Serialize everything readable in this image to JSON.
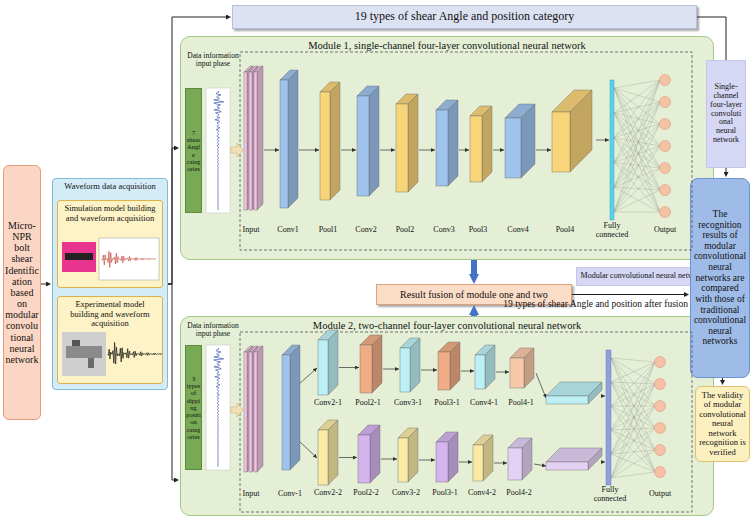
{
  "diagram": {
    "nodes": [
      {
        "text": [
          "Micro-NPR bolt shear Identification based on modular convolutional neural network"
        ]
      },
      {
        "text": [
          "Waveform data acquisition"
        ]
      },
      {
        "text": [
          "Simulation model building and waveform acquisition"
        ],
        "in": 1
      },
      {
        "text": [
          "Experimental model building and waveform acquisition"
        ],
        "in": 1
      },
      {
        "text": [
          "19 types of shear Angle and position category"
        ]
      },
      {
        "text": [
          "Module 1, single-channel four-layer convolutional neural network"
        ]
      },
      {
        "text": [
          "7 shear Angle categories"
        ],
        "in": 5
      },
      {
        "text": [
          "Module 2, two-channel four-layer convolutional neural network"
        ]
      },
      {
        "text": [
          "3 types of dipping position categories"
        ],
        "in": 7
      },
      {
        "text": [
          "Result fusion of module one and two"
        ]
      },
      {
        "text": [
          "Modular convolutional neural networks"
        ]
      },
      {
        "text": [
          "Single-channel four-layer convolutional neural network"
        ]
      },
      {
        "text": [
          "The recognition results of modular convolutional neural networks are compared with those of traditional convolutional neural networks"
        ]
      },
      {
        "text": [
          "The validity of modular convolutional neural network recognition is verified"
        ]
      }
    ],
    "edges": [
      {
        "from": 0,
        "to": 1,
        "arrow": "to"
      },
      {
        "from": 1,
        "to": 4,
        "arrow": "to"
      },
      {
        "from": 1,
        "to": 5,
        "arrow": "to"
      },
      {
        "from": 1,
        "to": 7,
        "arrow": "to"
      },
      {
        "from": 4,
        "to": 11,
        "arrow": "none"
      },
      {
        "from": 11,
        "to": 12,
        "arrow": "to"
      },
      {
        "from": 5,
        "to": 9,
        "arrow": "to"
      },
      {
        "from": 7,
        "to": 9,
        "arrow": "to"
      },
      {
        "from": 9,
        "to": 12,
        "label": "19 types of shear Angle and position after fusion",
        "arrow": "to"
      },
      {
        "from": 12,
        "to": 13,
        "arrow": "to"
      }
    ],
    "labels": [
      "Data information input phase",
      "Input",
      "Conv1",
      "Pool1",
      "Conv2",
      "Pool2",
      "Conv3",
      "Pool3",
      "Conv4",
      "Pool4",
      "Fully connected",
      "Output",
      "Data information input phase",
      "Input",
      "Conv-1",
      "Conv2-1",
      "Pool2-1",
      "Conv3-1",
      "Pool3-1",
      "Conv4-1",
      "Pool4-1",
      "Conv2-2",
      "Pool2-2",
      "Conv3-2",
      "Pool3-1",
      "Conv4-2",
      "Pool4-2",
      "Fully connected",
      "Output"
    ]
  }
}
